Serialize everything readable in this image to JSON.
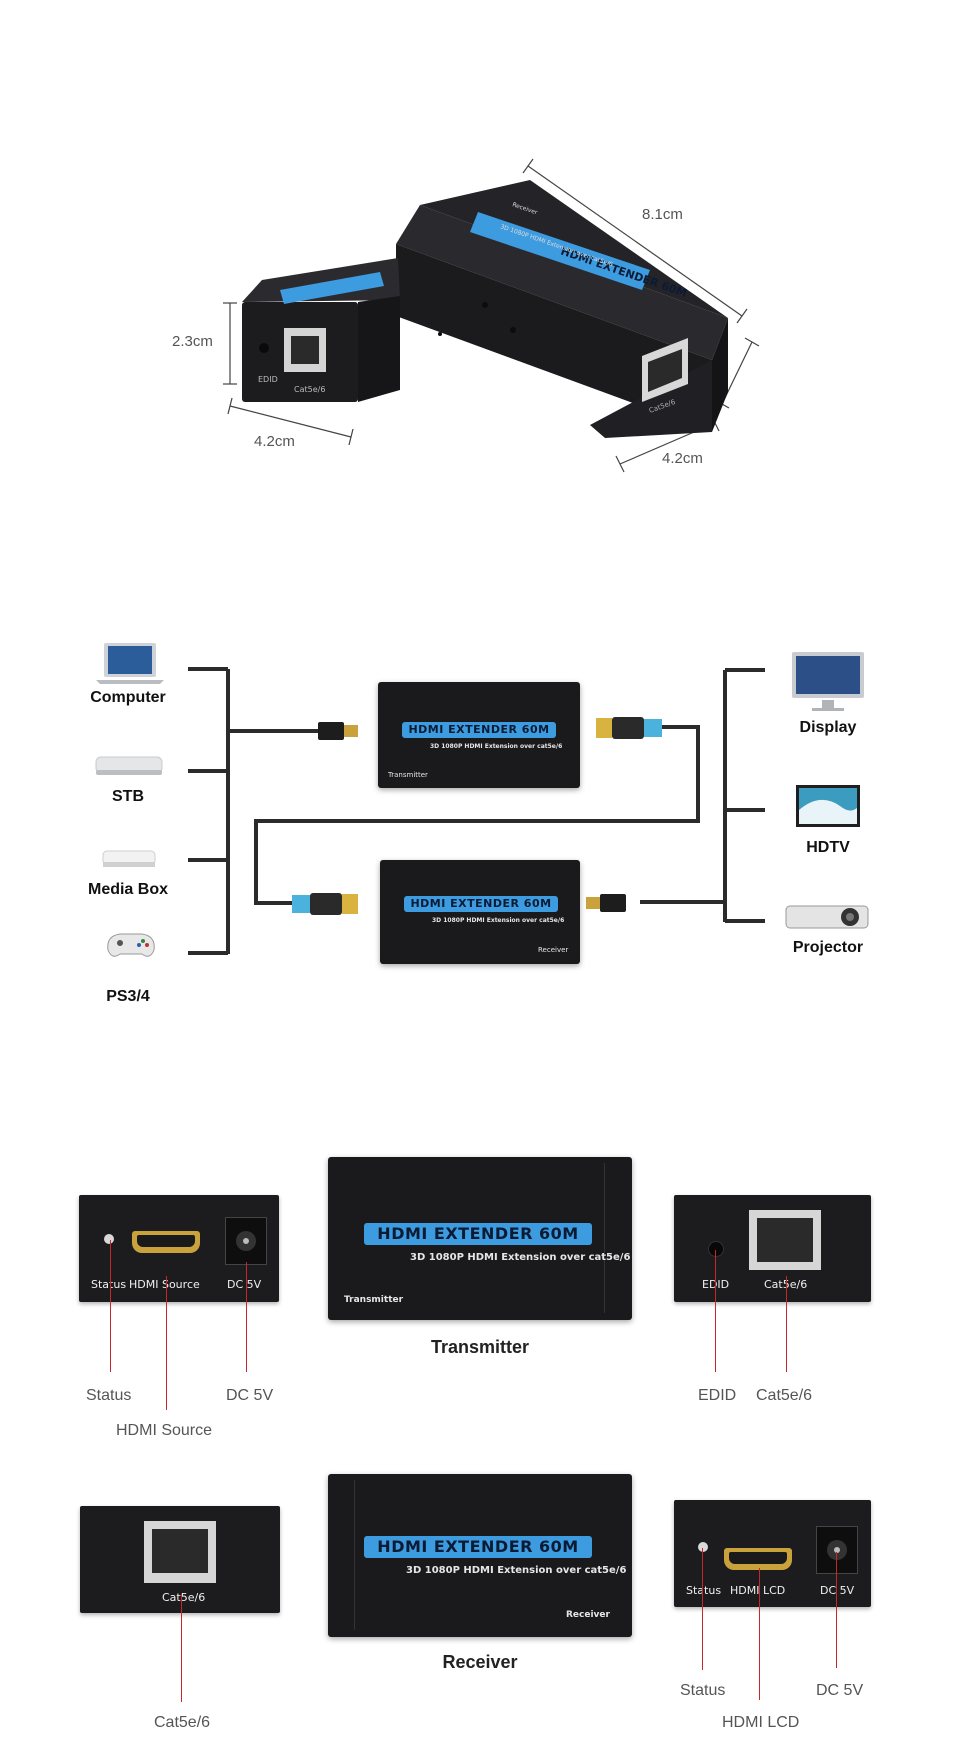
{
  "dimensions": {
    "length": "8.1cm",
    "height": "2.3cm",
    "width_front": "4.2cm",
    "width_back": "4.2cm"
  },
  "product_box_labels": {
    "front_edid": "EDID",
    "front_port": "Cat5e/6",
    "back_port": "Cat5e/6",
    "top_title": "HDMI EXTENDER 60M",
    "top_sub": "3D 1080P HDMI Extension over cat5e/6",
    "top_role": "Receiver"
  },
  "connection_diagram": {
    "sources": [
      {
        "label": "Computer",
        "icon": "laptop-icon"
      },
      {
        "label": "STB",
        "icon": "set-top-box-icon"
      },
      {
        "label": "Media Box",
        "icon": "media-box-icon"
      },
      {
        "label": "PS3/4",
        "icon": "gamepad-icon"
      }
    ],
    "displays": [
      {
        "label": "Display",
        "icon": "monitor-icon"
      },
      {
        "label": "HDTV",
        "icon": "tv-icon"
      },
      {
        "label": "Projector",
        "icon": "projector-icon"
      }
    ],
    "transmitter": {
      "title": "HDMI EXTENDER 60M",
      "sub": "3D 1080P HDMI Extension over cat5e/6",
      "role": "Transmitter"
    },
    "receiver": {
      "title": "HDMI EXTENDER 60M",
      "sub": "3D 1080P HDMI Extension over cat5e/6",
      "role": "Receiver"
    }
  },
  "transmitter_section": {
    "caption": "Transmitter",
    "unit": {
      "title": "HDMI EXTENDER 60M",
      "sub": "3D 1080P HDMI Extension over cat5e/6",
      "role": "Transmitter"
    },
    "left_panel": {
      "status": "Status",
      "hdmi": "HDMI Source",
      "dc": "DC 5V"
    },
    "right_panel": {
      "edid": "EDID",
      "port": "Cat5e/6"
    },
    "callouts": {
      "status": "Status",
      "dc": "DC 5V",
      "hdmi": "HDMI Source",
      "edid": "EDID",
      "port": "Cat5e/6"
    }
  },
  "receiver_section": {
    "caption": "Receiver",
    "unit": {
      "title": "HDMI EXTENDER 60M",
      "sub": "3D 1080P HDMI Extension over cat5e/6",
      "role": "Receiver"
    },
    "left_panel": {
      "port": "Cat5e/6"
    },
    "right_panel": {
      "status": "Status",
      "hdmi": "HDMI LCD",
      "dc": "DC 5V"
    },
    "callouts": {
      "port": "Cat5e/6",
      "status": "Status",
      "dc": "DC 5V",
      "hdmi": "HDMI LCD"
    }
  },
  "colors": {
    "brand_band": "#3d9be0",
    "callout_line": "#c8262b",
    "device_body": "#1a1a1c"
  }
}
